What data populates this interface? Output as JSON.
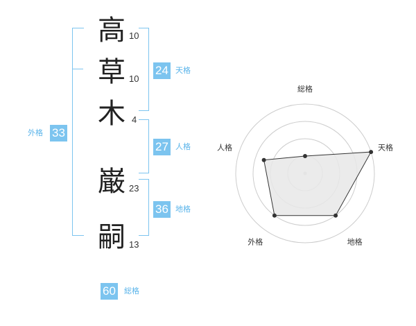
{
  "characters": [
    {
      "char": "高",
      "strokes": "10"
    },
    {
      "char": "草",
      "strokes": "10"
    },
    {
      "char": "木",
      "strokes": "4"
    },
    {
      "char": "巌",
      "strokes": "23"
    },
    {
      "char": "嗣",
      "strokes": "13"
    }
  ],
  "fortunes": {
    "tenkaku": {
      "value": "24",
      "label": "天格"
    },
    "jinkaku": {
      "value": "27",
      "label": "人格"
    },
    "chikaku": {
      "value": "36",
      "label": "地格"
    },
    "gaikaku": {
      "value": "33",
      "label": "外格"
    },
    "soukaku": {
      "value": "60",
      "label": "総格"
    }
  },
  "chart_data": {
    "type": "radar",
    "axes": [
      "総格",
      "天格",
      "地格",
      "外格",
      "人格"
    ],
    "values": [
      1,
      4,
      3,
      3,
      2.5
    ],
    "rmax": 4,
    "rings": 4,
    "colors": {
      "fill": "#e8e8e8",
      "line": "#333333",
      "grid": "#cccccc",
      "point": "#333333"
    }
  }
}
